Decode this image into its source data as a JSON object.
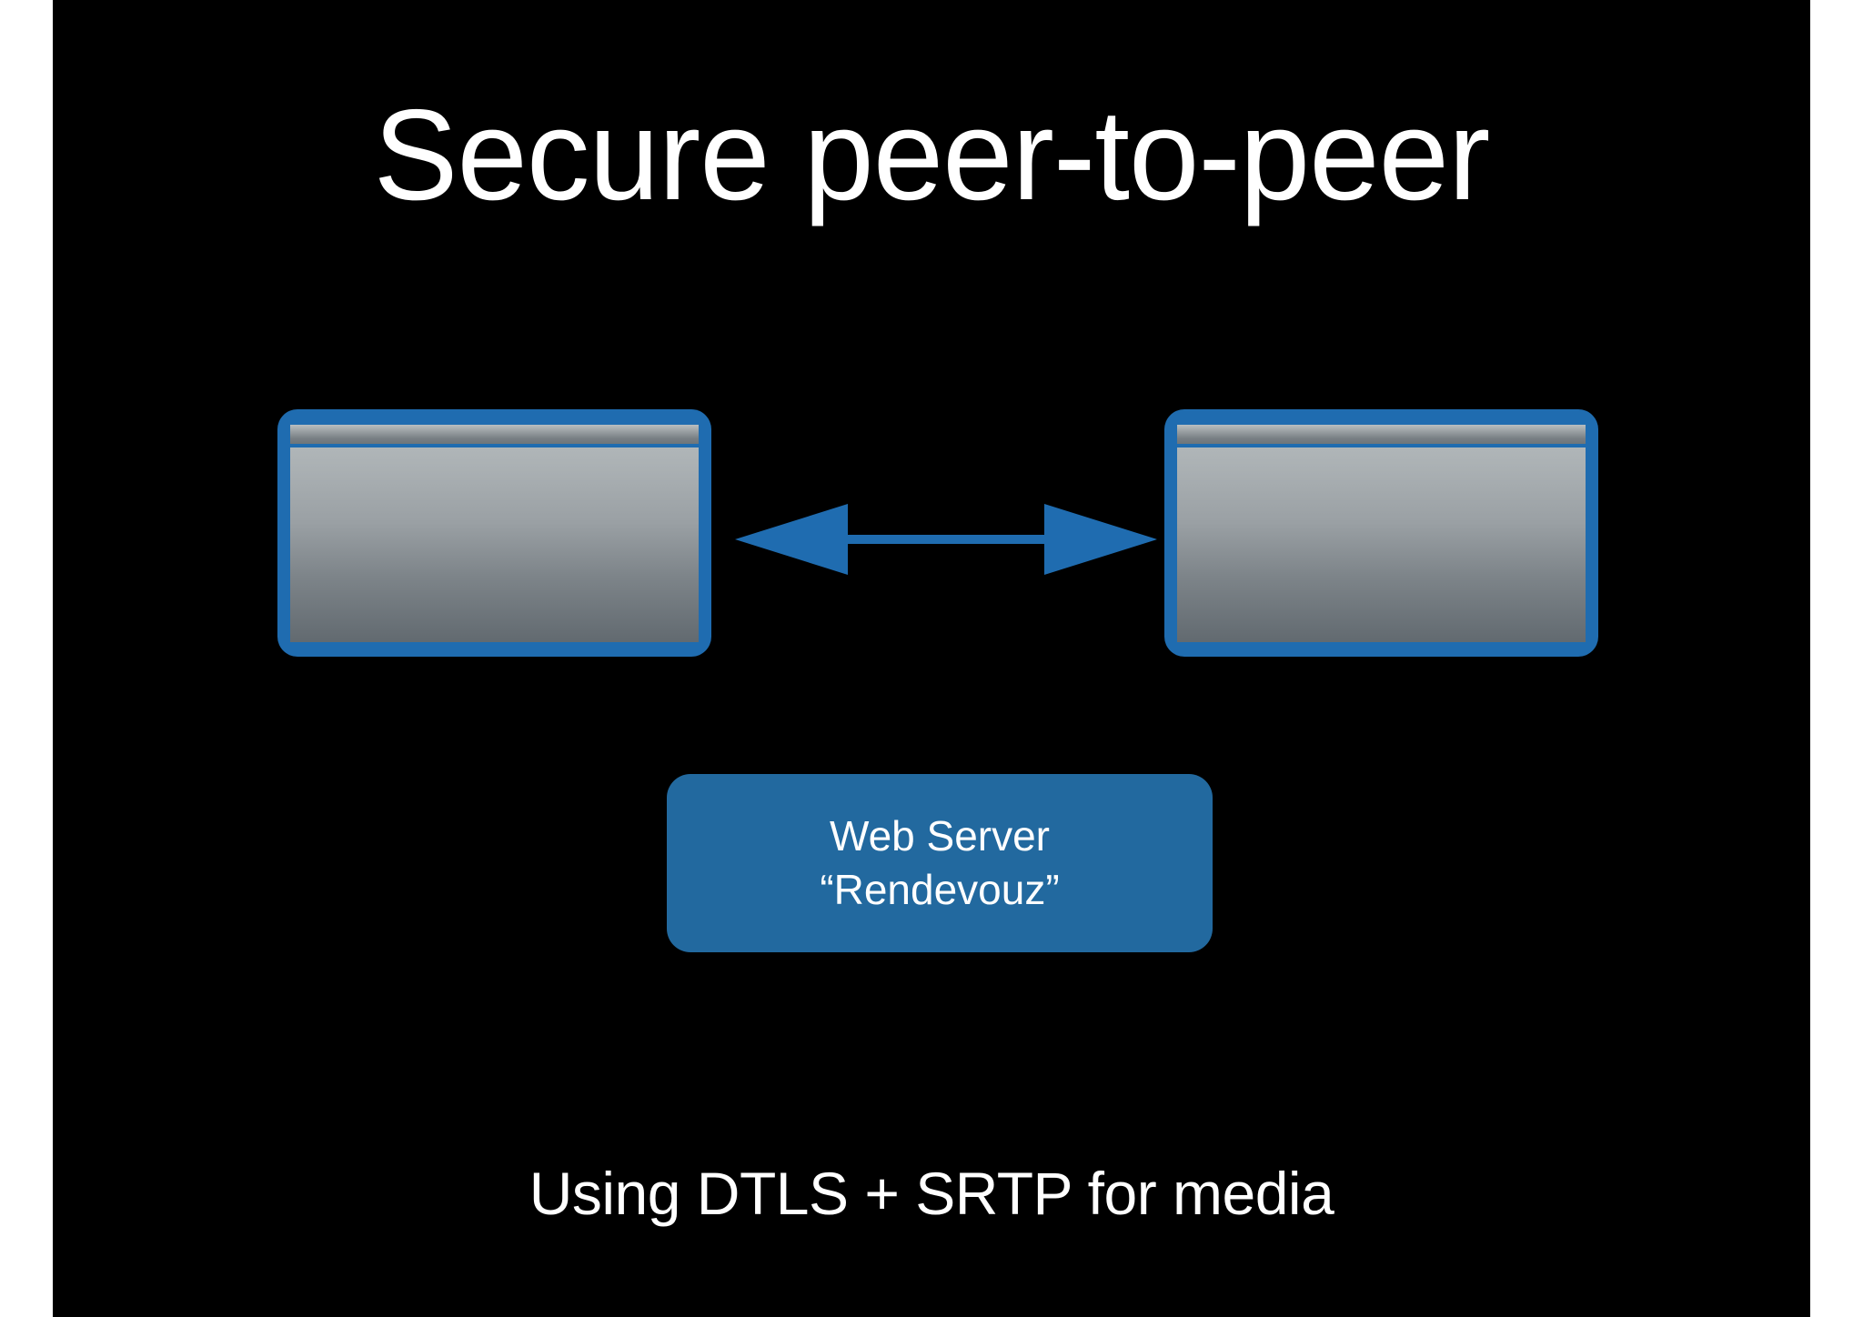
{
  "slide": {
    "title": "Secure peer-to-peer",
    "caption": "Using DTLS + SRTP for media",
    "background_color": "#000000",
    "page_background_color": "#ffffff"
  },
  "peers": [
    {
      "name": "peer-left",
      "label": ""
    },
    {
      "name": "peer-right",
      "label": ""
    }
  ],
  "connector": {
    "name": "bidirectional-arrow",
    "color": "#1f6cb0",
    "direction": "both"
  },
  "web_server": {
    "line1": "Web Server",
    "line2": "“Rendevouz”",
    "color": "#22699f",
    "text_color": "#ffffff"
  },
  "colors": {
    "accent_blue": "#1f6cb0",
    "server_blue": "#22699f",
    "window_gray_light": "#b6bcbe",
    "window_gray_dark": "#626a70",
    "text_white": "#ffffff"
  }
}
